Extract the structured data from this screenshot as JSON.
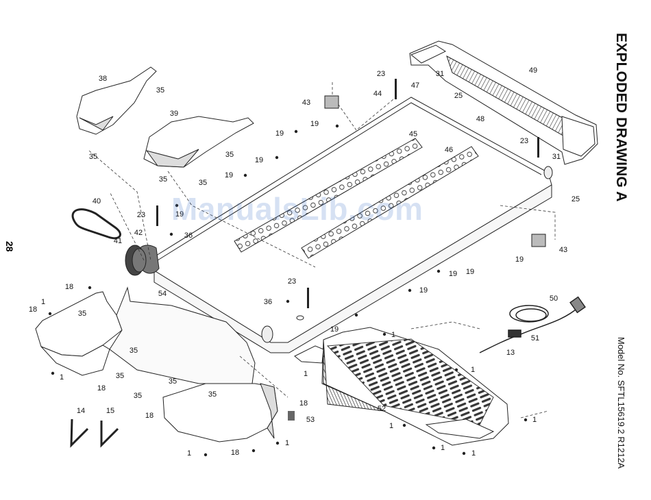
{
  "page": {
    "title": "EXPLODED DRAWING A",
    "model": "Model No. SFTL15619.2 R1212A",
    "page_number": "28",
    "watermark": "ManualsLib.com"
  },
  "callouts": [
    {
      "id": "c49",
      "text": "49"
    },
    {
      "id": "c23a",
      "text": "23"
    },
    {
      "id": "c31a",
      "text": "31"
    },
    {
      "id": "c47",
      "text": "47"
    },
    {
      "id": "c25a",
      "text": "25"
    },
    {
      "id": "c44",
      "text": "44"
    },
    {
      "id": "c43a",
      "text": "43"
    },
    {
      "id": "c48",
      "text": "48"
    },
    {
      "id": "c19a",
      "text": "19"
    },
    {
      "id": "c19b",
      "text": "19"
    },
    {
      "id": "c45",
      "text": "45"
    },
    {
      "id": "c46",
      "text": "46"
    },
    {
      "id": "c23b",
      "text": "23"
    },
    {
      "id": "c31b",
      "text": "31"
    },
    {
      "id": "c25b",
      "text": "25"
    },
    {
      "id": "c38",
      "text": "38"
    },
    {
      "id": "c35a",
      "text": "35"
    },
    {
      "id": "c35b",
      "text": "35"
    },
    {
      "id": "c39",
      "text": "39"
    },
    {
      "id": "c35c",
      "text": "35"
    },
    {
      "id": "c19c",
      "text": "19"
    },
    {
      "id": "c19d",
      "text": "19"
    },
    {
      "id": "c35d",
      "text": "35"
    },
    {
      "id": "c35e",
      "text": "35"
    },
    {
      "id": "c40",
      "text": "40"
    },
    {
      "id": "c23c",
      "text": "23"
    },
    {
      "id": "c19e",
      "text": "19"
    },
    {
      "id": "c42",
      "text": "42"
    },
    {
      "id": "c36a",
      "text": "36"
    },
    {
      "id": "c41",
      "text": "41"
    },
    {
      "id": "c43b",
      "text": "43"
    },
    {
      "id": "c19f",
      "text": "19"
    },
    {
      "id": "c19g",
      "text": "19"
    },
    {
      "id": "c19h",
      "text": "19"
    },
    {
      "id": "c23d",
      "text": "23"
    },
    {
      "id": "c19i",
      "text": "19"
    },
    {
      "id": "c36b",
      "text": "36"
    },
    {
      "id": "c18a",
      "text": "18"
    },
    {
      "id": "c54",
      "text": "54"
    },
    {
      "id": "c1a",
      "text": "1"
    },
    {
      "id": "c18b",
      "text": "18"
    },
    {
      "id": "c35f",
      "text": "35"
    },
    {
      "id": "c19j",
      "text": "19"
    },
    {
      "id": "c1b",
      "text": "1"
    },
    {
      "id": "c50",
      "text": "50"
    },
    {
      "id": "c51",
      "text": "51"
    },
    {
      "id": "c13",
      "text": "13"
    },
    {
      "id": "c35g",
      "text": "35"
    },
    {
      "id": "c35h",
      "text": "35"
    },
    {
      "id": "c1c",
      "text": "1"
    },
    {
      "id": "c1d",
      "text": "1"
    },
    {
      "id": "c18c",
      "text": "18"
    },
    {
      "id": "c35i",
      "text": "35"
    },
    {
      "id": "c35j",
      "text": "35"
    },
    {
      "id": "c35k",
      "text": "35"
    },
    {
      "id": "c18d",
      "text": "18"
    },
    {
      "id": "c1e",
      "text": "1"
    },
    {
      "id": "c18e",
      "text": "18"
    },
    {
      "id": "c53",
      "text": "53"
    },
    {
      "id": "c52",
      "text": "52"
    },
    {
      "id": "c14",
      "text": "14"
    },
    {
      "id": "c15",
      "text": "15"
    },
    {
      "id": "c1f",
      "text": "1"
    },
    {
      "id": "c1g",
      "text": "1"
    },
    {
      "id": "c1h",
      "text": "1"
    },
    {
      "id": "c18f",
      "text": "18"
    },
    {
      "id": "c1i",
      "text": "1"
    },
    {
      "id": "c1j",
      "text": "1"
    },
    {
      "id": "c1k",
      "text": "1"
    }
  ]
}
